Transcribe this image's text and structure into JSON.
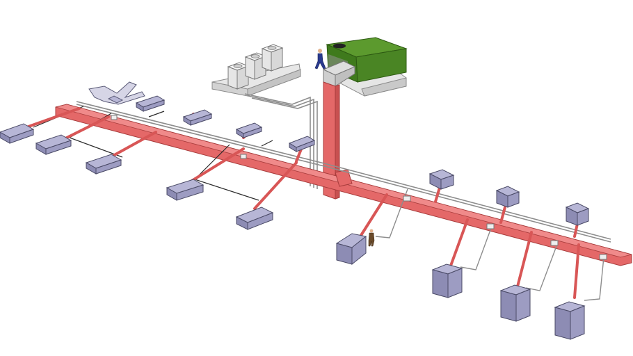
{
  "diagram": {
    "subject": "",
    "colors": {
      "duct": "#e46868",
      "duct_edge": "#a83c3c",
      "duct_top": "#f08a8a",
      "unit_top": "#b7b6d6",
      "unit_side": "#8d8cb4",
      "unit_edge": "#4a4a66",
      "pipe": "#bdbdbd",
      "pipe_edge": "#6f6f6f",
      "wire": "#2b2b2b",
      "slab_top": "#e7e7e7",
      "slab_side": "#c9c9c9",
      "chiller_white": "#f2f2f2",
      "green_top": "#5c9a2e",
      "green_side": "#3f7a1c",
      "person": "#2a3a8f"
    },
    "components": [
      {
        "name": "outdoor-condensing-units",
        "count": 3
      },
      {
        "name": "air-handling-unit",
        "count": 1
      },
      {
        "name": "indoor-fan-coil-units",
        "count": 17
      },
      {
        "name": "vertical-riser-duct",
        "count": 1
      }
    ]
  }
}
